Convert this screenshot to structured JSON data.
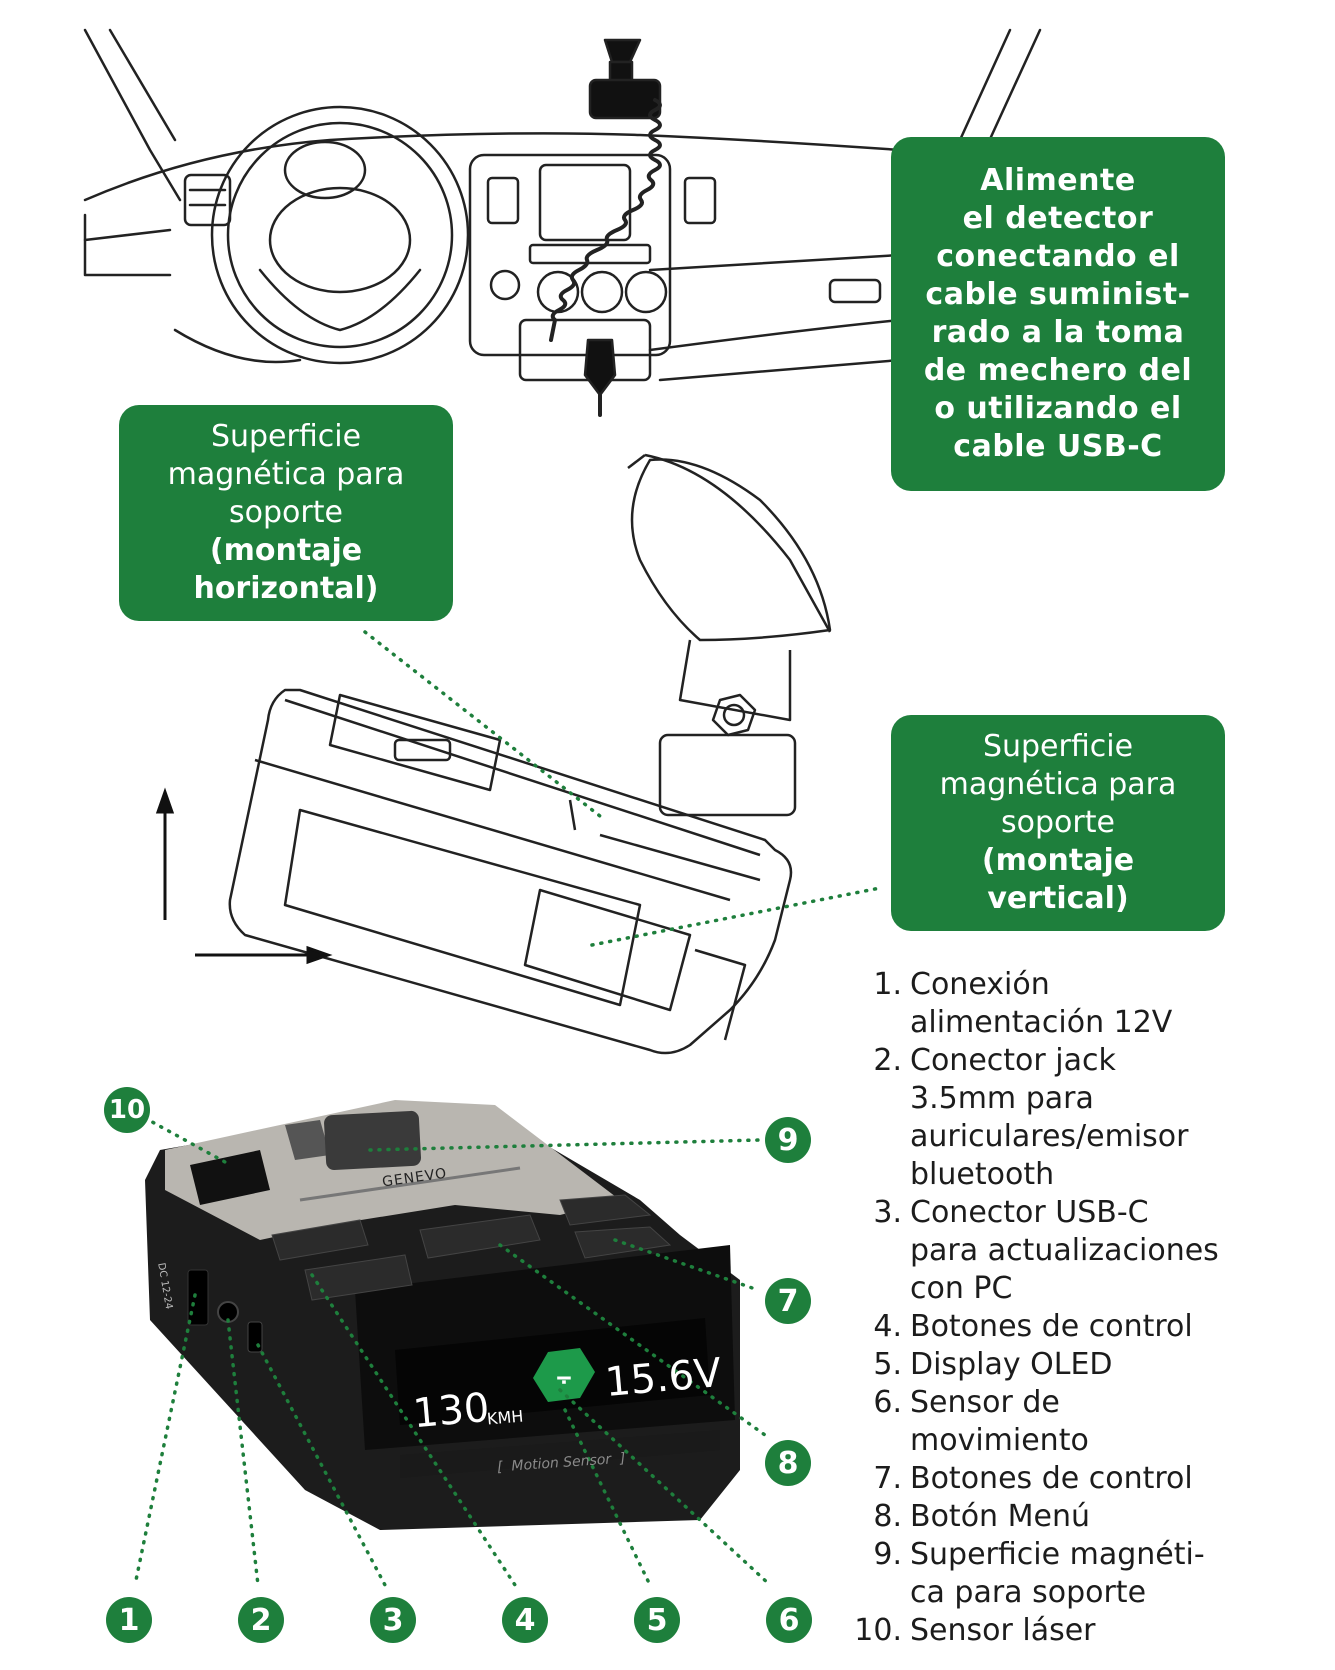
{
  "callouts": {
    "power": "Alimente\nel detector\nconectando el\ncable suminist-\nrado a la toma\nde mechero del\no utilizando el\ncable USB-C",
    "horizontal_regular": "Superficie\nmagnética para\nsoporte",
    "horizontal_bold": "(montaje\nhorizontal)",
    "vertical_regular": "Superficie\nmagnética para\nsoporte",
    "vertical_bold": "(montaje\nvertical)"
  },
  "badges": [
    "1",
    "2",
    "3",
    "4",
    "5",
    "6",
    "7",
    "8",
    "9",
    "10"
  ],
  "legend": [
    {
      "num": "1.",
      "text": "Conexión\nalimentación 12V"
    },
    {
      "num": "2.",
      "text": "Conector jack\n3.5mm para\nauriculares/emisor\nbluetooth"
    },
    {
      "num": "3.",
      "text": "Conector USB-C\npara actualizaciones\ncon PC"
    },
    {
      "num": "4.",
      "text": "Botones de control"
    },
    {
      "num": "5.",
      "text": "Display OLED"
    },
    {
      "num": "6.",
      "text": "Sensor de\nmovimiento"
    },
    {
      "num": "7.",
      "text": "Botones de control"
    },
    {
      "num": "8.",
      "text": "Botón Menú"
    },
    {
      "num": "9.",
      "text": "Superficie magnéti-\nca para soporte"
    },
    {
      "num": "10.",
      "text": "Sensor láser"
    }
  ],
  "device": {
    "brand": "GENEVO",
    "port_label": "DC 12-24",
    "speed": "130",
    "speed_unit": "KMH",
    "voltage": "15.6V",
    "motion_label": "[  Motion Sensor  ]"
  },
  "colors": {
    "accent_green": "#1e7f3c",
    "dots_green": "#1e7f3c",
    "device_body": "#1c1c1c",
    "device_top": "#b9b6b0"
  },
  "icons": [
    "sun-icon",
    "lock-icon",
    "signal-icon",
    "menu-icon",
    "power-icon",
    "chevron-up-icon",
    "chevron-down-icon",
    "headphones-icon",
    "usb-icon",
    "motorway-icon"
  ]
}
